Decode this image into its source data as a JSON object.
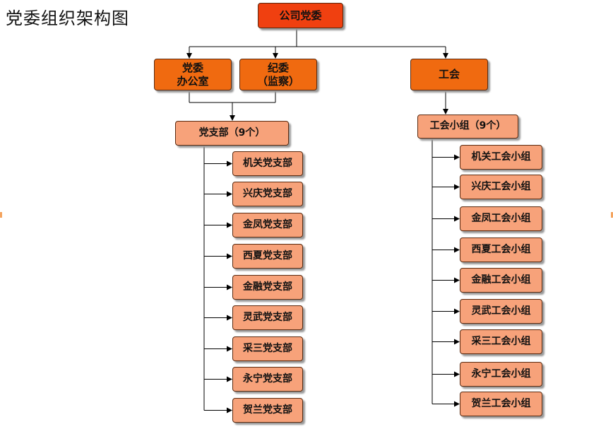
{
  "title": "党委组织架构图",
  "top": "公司党委",
  "party_office": {
    "line1": "党委",
    "line2": "办公室"
  },
  "discipline": {
    "line1": "纪委",
    "line2": "（监察）"
  },
  "union": "工会",
  "branch_parent": "党支部（9个）",
  "union_group_parent": "工会小组（9个）",
  "branches": [
    "机关党支部",
    "兴庆党支部",
    "金凤党支部",
    "西夏党支部",
    "金融党支部",
    "灵武党支部",
    "采三党支部",
    "永宁党支部",
    "贺兰党支部"
  ],
  "union_groups": [
    "机关工会小组",
    "兴庆工会小组",
    "金凤工会小组",
    "西夏工会小组",
    "金融工会小组",
    "灵武工会小组",
    "采三工会小组",
    "永宁工会小组",
    "贺兰工会小组"
  ]
}
